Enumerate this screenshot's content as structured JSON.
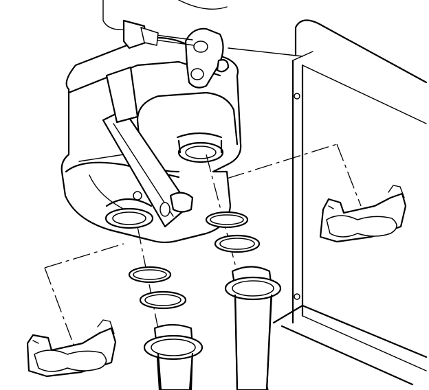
{
  "diagram": {
    "colors": {
      "line": "#000000",
      "background": "#ffffff"
    },
    "parts": [
      "evaporator-core-housing",
      "mounting-bracket",
      "retaining-clip-upper",
      "retaining-clip-lower",
      "o-ring-upper",
      "o-ring-lower",
      "refrigerant-line-left",
      "refrigerant-line-right",
      "sensor-wire-connector"
    ]
  }
}
